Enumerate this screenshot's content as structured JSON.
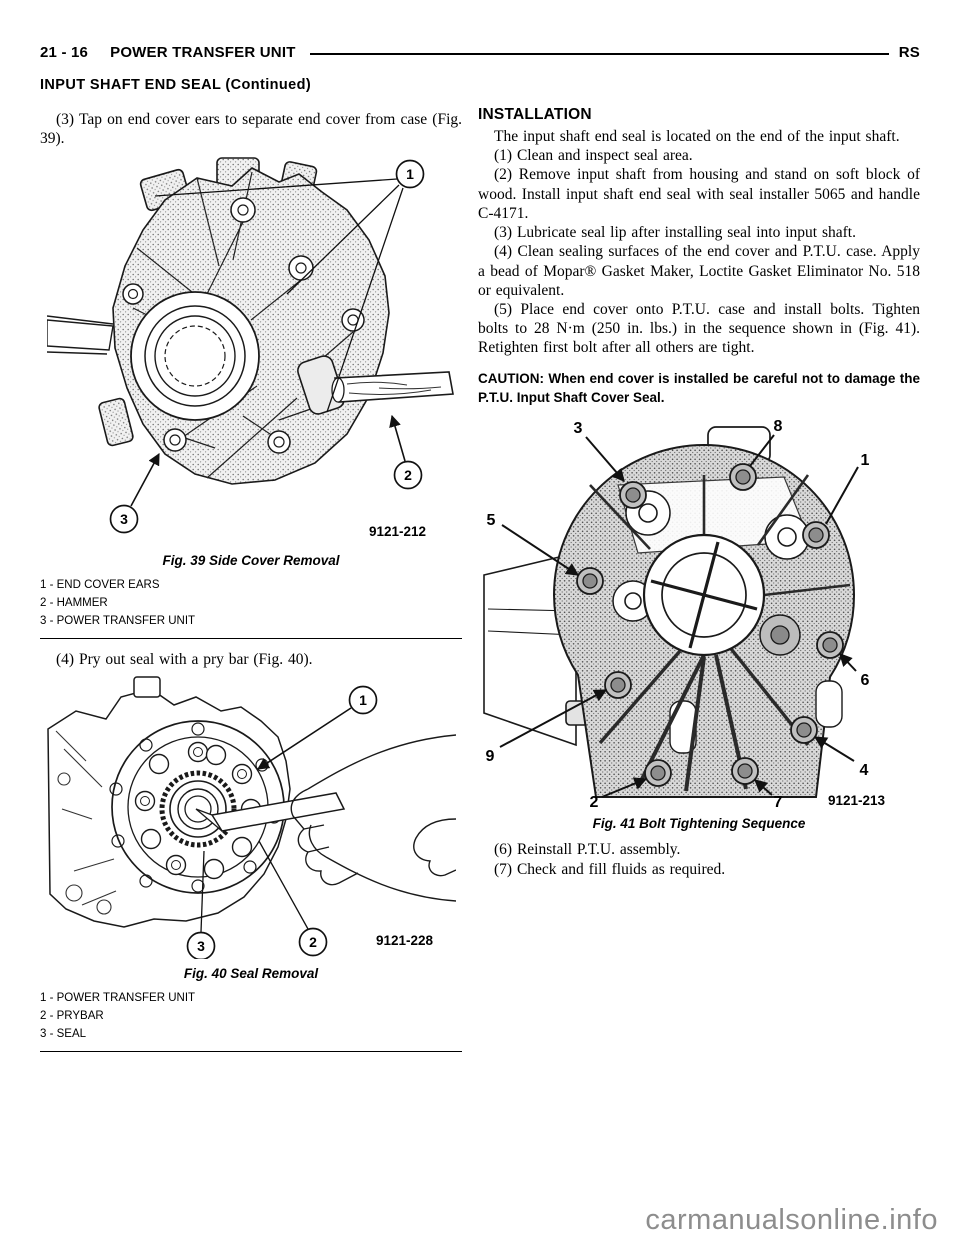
{
  "page": {
    "header": {
      "page_number": "21 - 16",
      "title": "POWER TRANSFER UNIT",
      "region_code": "RS"
    },
    "section_title": "INPUT SHAFT END SEAL (Continued)",
    "watermark": "carmanualsonline.info"
  },
  "left_column": {
    "step3": "(3) Tap on end cover ears to separate end cover from case (Fig. 39).",
    "fig39": {
      "caption": "Fig. 39 Side Cover Removal",
      "code": "9121-212",
      "callouts": [
        "1",
        "2",
        "3"
      ],
      "legend": [
        "1 - END COVER EARS",
        "2 - HAMMER",
        "3 - POWER TRANSFER UNIT"
      ]
    },
    "step4": "(4) Pry out seal with a pry bar (Fig. 40).",
    "fig40": {
      "caption": "Fig. 40 Seal Removal",
      "code": "9121-228",
      "callouts": [
        "1",
        "2",
        "3"
      ],
      "legend": [
        "1 - POWER TRANSFER UNIT",
        "2 - PRYBAR",
        "3 - SEAL"
      ]
    }
  },
  "right_column": {
    "heading": "INSTALLATION",
    "intro": "The input shaft end seal is located on the end of the input shaft.",
    "steps": [
      "(1) Clean and inspect seal area.",
      "(2) Remove input shaft from housing and stand on soft block of wood. Install input shaft end seal with seal installer 5065 and handle C-4171.",
      "(3) Lubricate seal lip after installing seal into input shaft.",
      "(4) Clean sealing surfaces of the end cover and P.T.U. case. Apply a bead of Mopar® Gasket Maker, Loctite Gasket Eliminator No. 518 or equivalent.",
      "(5) Place end cover onto P.T.U. case and install bolts. Tighten bolts to 28 N·m (250 in. lbs.) in the sequence shown in (Fig. 41). Retighten first bolt after all others are tight."
    ],
    "caution": "CAUTION: When end cover is installed be careful not to damage the P.T.U. Input Shaft Cover Seal.",
    "fig41": {
      "caption": "Fig. 41 Bolt Tightening Sequence",
      "code": "9121-213",
      "callouts": [
        "1",
        "2",
        "3",
        "4",
        "5",
        "6",
        "7",
        "8",
        "9"
      ]
    },
    "step6": "(6) Reinstall P.T.U. assembly.",
    "step7": "(7) Check and fill fluids as required."
  }
}
